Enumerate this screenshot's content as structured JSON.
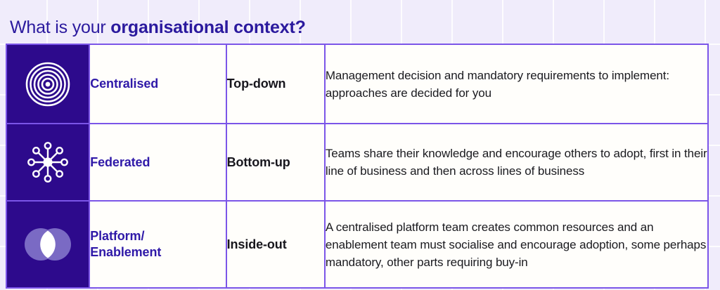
{
  "title": {
    "light_part": "What is your ",
    "bold_part": "organisational context?"
  },
  "colors": {
    "background": "#f0ecfb",
    "title_text": "#2b1a9e",
    "table_border": "#7b55e8",
    "icon_cell_bg": "#2d0a8c",
    "icon_stroke": "#ffffff",
    "venn_circle": "#7a6ac4",
    "name_text": "#2f19a8",
    "direction_text": "#17161d",
    "description_text": "#1a1a1f",
    "cell_bg": "#fffefb"
  },
  "table": {
    "rows": [
      {
        "icon": "concentric-circles-icon",
        "name": "Centralised",
        "name_lines": [
          "Centralised"
        ],
        "direction": "Top-down",
        "description": "Management decision and mandatory requirements to implement: approaches are decided for you"
      },
      {
        "icon": "hub-and-spoke-icon",
        "name": "Federated",
        "name_lines": [
          "Federated"
        ],
        "direction": "Bottom-up",
        "description": "Teams share their knowledge and encourage others to adopt, first in their line of business and then across lines of business"
      },
      {
        "icon": "venn-diagram-icon",
        "name": "Platform/ Enablement",
        "name_lines": [
          "Platform/",
          "Enablement"
        ],
        "direction": "Inside-out",
        "description": "A centralised platform team creates common resources and an enablement team must socialise and encourage adoption, some perhaps mandatory, other parts requiring buy-in"
      }
    ]
  }
}
